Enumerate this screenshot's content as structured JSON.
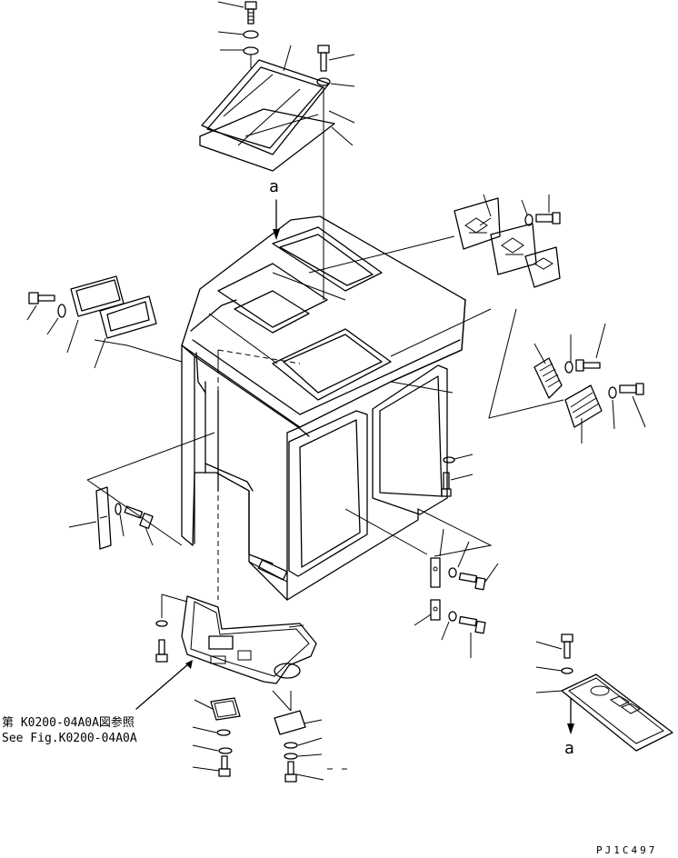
{
  "reference": {
    "line1": "第 K0200-04A0A図参照",
    "line2": "See Fig.K0200-04A0A"
  },
  "marks": {
    "view_a_top": "a",
    "view_a_bottom": "a"
  },
  "drawing_code": "PJ1C497",
  "icons": {
    "bolt": "bolt-icon",
    "washer": "washer-icon",
    "cover": "cover-plate-icon",
    "grille": "grille-icon",
    "cab": "cab-frame-icon"
  }
}
